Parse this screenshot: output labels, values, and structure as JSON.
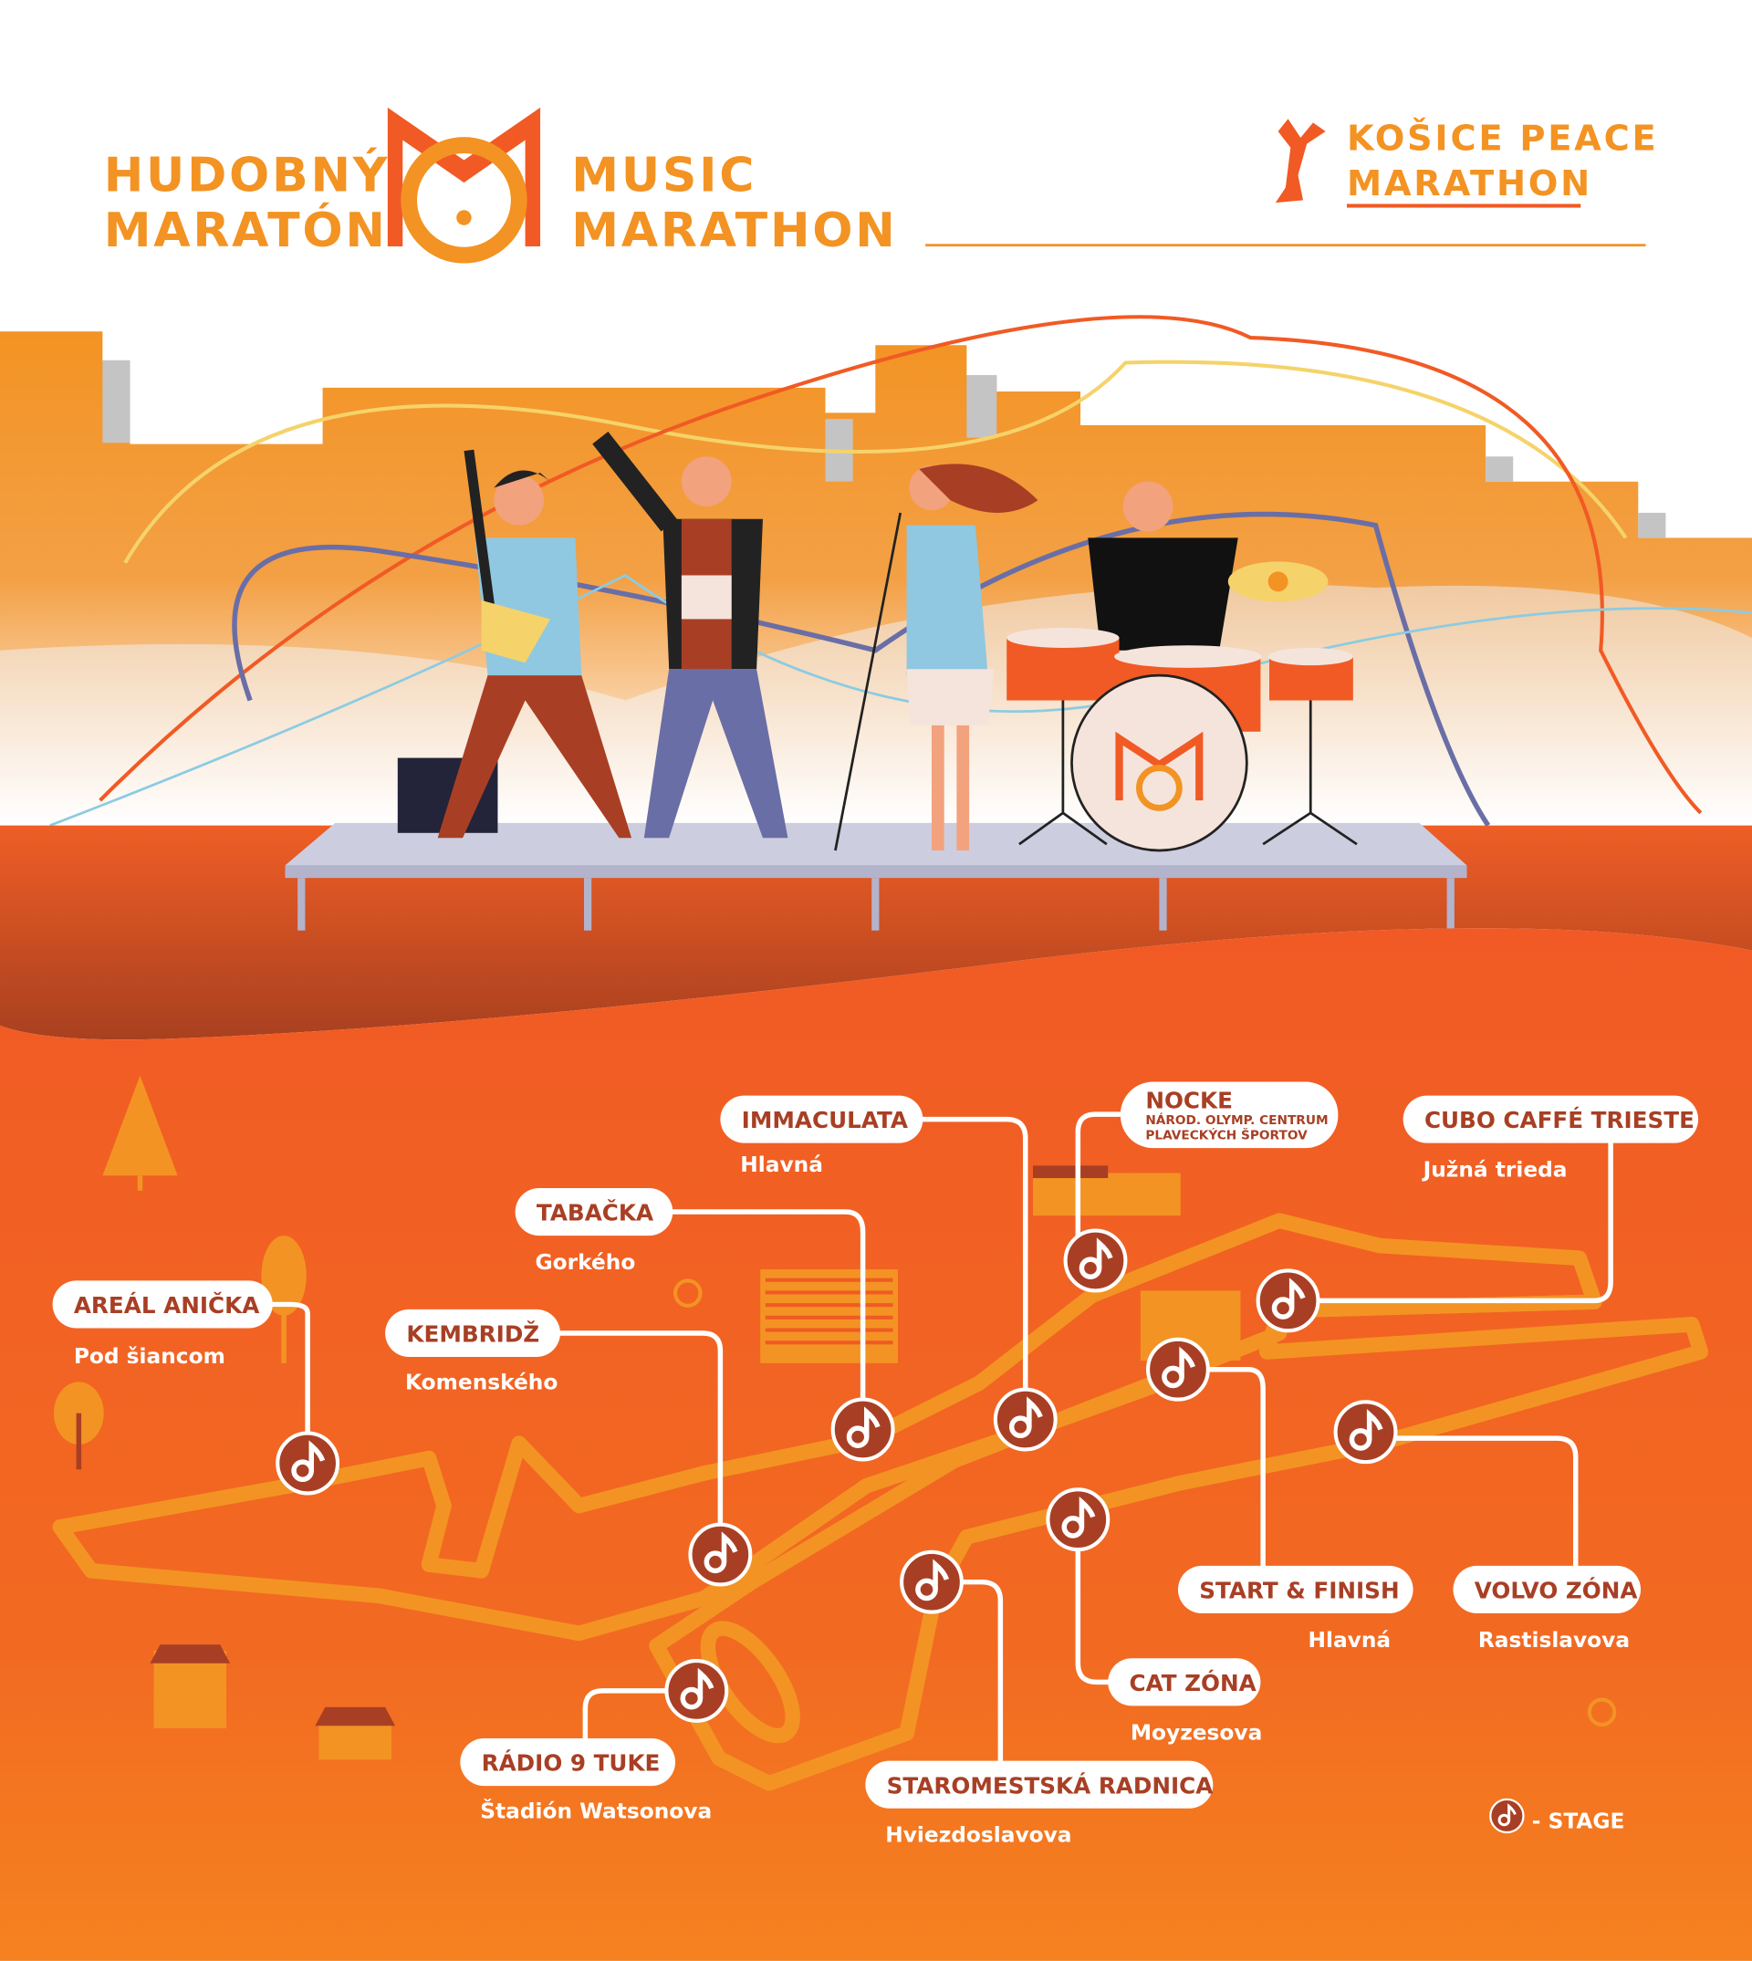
{
  "header": {
    "title_sk_line1": "HUDOBNÝ",
    "title_sk_line2": "MARATÓN",
    "title_en_line1": "MUSIC",
    "title_en_line2": "MARATHON",
    "partner_line1": "KOŠICE PEACE",
    "partner_line2": "MARATHON"
  },
  "colors": {
    "orange": "#f39323",
    "map_bg": "#f15a24",
    "label_text": "#a83f24",
    "stage_icon": "#a83f24"
  },
  "stages": [
    {
      "name": "AREÁL ANIČKA",
      "street": "Pod šiancom"
    },
    {
      "name": "KEMBRIDŽ",
      "street": "Komenského"
    },
    {
      "name": "TABAČKA",
      "street": "Gorkého"
    },
    {
      "name": "IMMACULATA",
      "street": "Hlavná"
    },
    {
      "name": "NOCKE",
      "line2": "NÁROD. OLYMP. CENTRUM",
      "line3": "PLAVECKÝCH ŠPORTOV"
    },
    {
      "name": "CUBO CAFFÉ TRIESTE",
      "street": "Južná trieda"
    },
    {
      "name": "START & FINISH",
      "street": "Hlavná"
    },
    {
      "name": "VOLVO ZÓNA",
      "street": "Rastislavova"
    },
    {
      "name": "CAT ZÓNA",
      "street": "Moyzesova"
    },
    {
      "name": "RÁDIO 9 TUKE",
      "street": "Štadión Watsonova"
    },
    {
      "name": "STAROMESTSKÁ RADNICA",
      "street": "Hviezdoslavova"
    }
  ],
  "legend": {
    "icon": "music-note-icon",
    "label": "- STAGE"
  }
}
